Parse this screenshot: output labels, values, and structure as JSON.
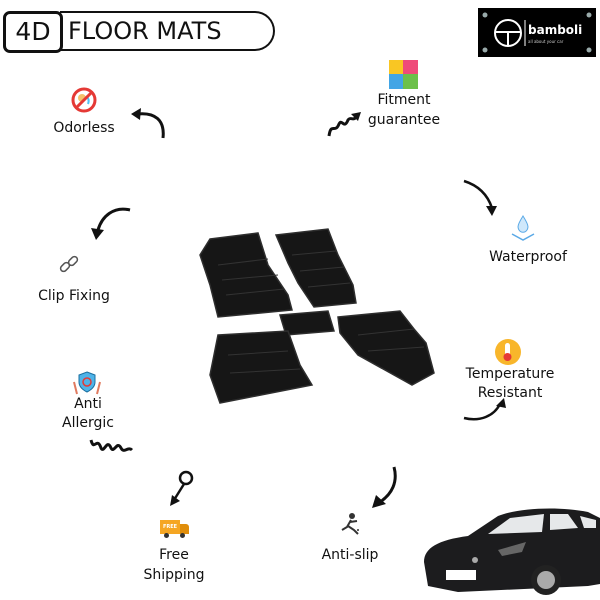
{
  "header": {
    "badge": "4D",
    "title": "FLOOR MATS"
  },
  "brand": {
    "name": "bamboli",
    "tagline": "all about your car"
  },
  "features": {
    "odorless": "Odorless",
    "fitment": [
      "Fitment",
      "guarantee"
    ],
    "waterproof": "Waterproof",
    "temperature": [
      "Temperature",
      "Resistant"
    ],
    "clip": "Clip Fixing",
    "allergic": [
      "Anti",
      "Allergic"
    ],
    "shipping": [
      "Free",
      "Shipping"
    ],
    "shipping_icon_text": "FREE",
    "antislip": "Anti-slip"
  },
  "colors": {
    "mat": "#161616",
    "car": "#1c1c1e",
    "accent_red": "#e53935",
    "shipping_orange": "#f5a623"
  }
}
